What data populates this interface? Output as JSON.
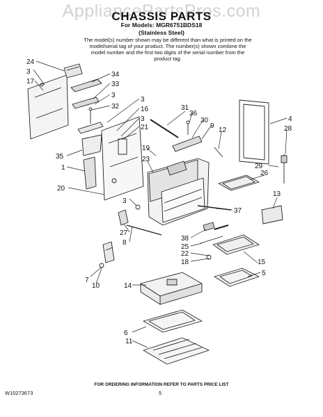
{
  "watermark": "AppliancePartsPros.com",
  "title": "CHASSIS PARTS",
  "models_line": "For Models: MGR6751BDS18",
  "material_line": "(Stainless Steel)",
  "note": "The model(s) number shown may be different than what is printed on the model/serial tag of your product. The number(s) shown combine the model number and the first two digits of the serial number from the product tag.",
  "callouts": {
    "c24": "24",
    "c3a": "3",
    "c17": "17",
    "c34": "34",
    "c33": "33",
    "c3b": "3",
    "c32": "32",
    "c3c": "3",
    "c16": "16",
    "c3d": "3",
    "c21": "21",
    "c35": "35",
    "c1": "1",
    "c20": "20",
    "c31": "31",
    "c36": "36",
    "c30": "30",
    "c9": "9",
    "c12": "12",
    "c4": "4",
    "c28": "28",
    "c19": "19",
    "c23": "23",
    "c29": "29",
    "c26": "26",
    "c13": "13",
    "c3e": "3",
    "c37": "37",
    "c27": "27",
    "c8": "8",
    "c38": "38",
    "c25": "25",
    "c22": "22",
    "c18": "18",
    "c15": "15",
    "c5": "5",
    "c7": "7",
    "c10": "10",
    "c14": "14",
    "c6": "6",
    "c11": "11"
  },
  "footer": "FOR ORDERING INFORMATION REFER TO PARTS PRICE LIST",
  "part_number": "W10273673",
  "page_number": "5"
}
